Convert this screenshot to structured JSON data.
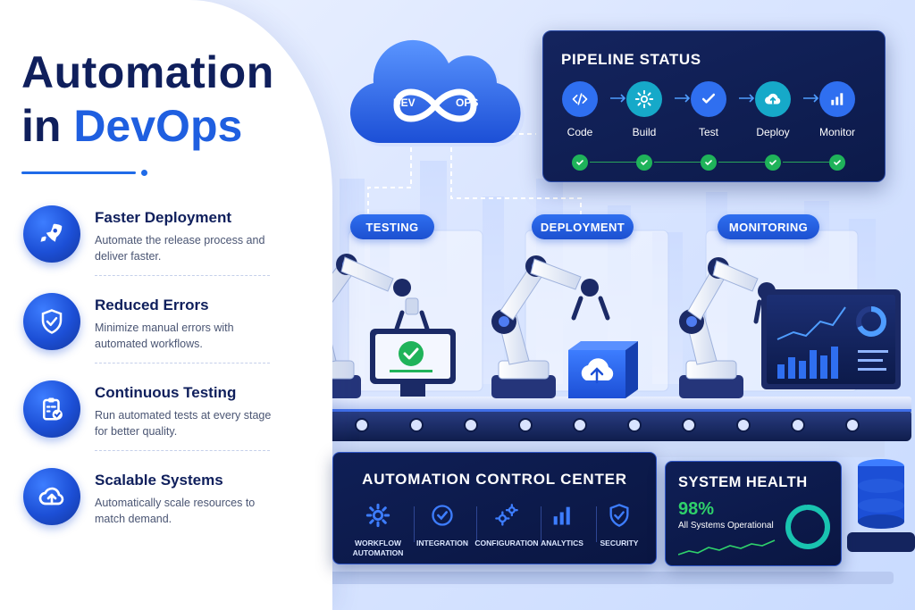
{
  "title": {
    "line1": "Automation",
    "line2_prefix": "in ",
    "line2_accent": "DevOps"
  },
  "benefits": [
    {
      "title": "Faster Deployment",
      "desc": "Automate the release process and deliver faster.",
      "icon": "rocket-icon"
    },
    {
      "title": "Reduced Errors",
      "desc": "Minimize manual errors with automated workflows.",
      "icon": "shield-check-icon"
    },
    {
      "title": "Continuous Testing",
      "desc": "Run automated tests at every stage for better quality.",
      "icon": "clipboard-check-icon"
    },
    {
      "title": "Scalable Systems",
      "desc": "Automatically scale resources to match demand.",
      "icon": "cloud-upload-icon"
    }
  ],
  "cloud": {
    "left": "DEV",
    "right": "OPS",
    "icon": "infinity-icon"
  },
  "pipeline": {
    "title": "PIPELINE STATUS",
    "stages": [
      {
        "label": "Code",
        "icon": "code-icon",
        "color": "#2f6ff0"
      },
      {
        "label": "Build",
        "icon": "gear-icon",
        "color": "#16a9c9"
      },
      {
        "label": "Test",
        "icon": "checkmark-icon",
        "color": "#2f6ff0"
      },
      {
        "label": "Deploy",
        "icon": "cloud-upload-icon",
        "color": "#16a9c9"
      },
      {
        "label": "Monitor",
        "icon": "bar-chart-icon",
        "color": "#2f6ff0"
      }
    ]
  },
  "pills": [
    "TESTING",
    "DEPLOYMENT",
    "MONITORING"
  ],
  "control_center": {
    "title": "AUTOMATION CONTROL CENTER",
    "items": [
      {
        "label": "WORKFLOW AUTOMATION",
        "icon": "gear-icon"
      },
      {
        "label": "INTEGRATION",
        "icon": "check-circle-icon"
      },
      {
        "label": "CONFIGURATION",
        "icon": "gears-icon"
      },
      {
        "label": "ANALYTICS",
        "icon": "bar-chart-icon"
      },
      {
        "label": "SECURITY",
        "icon": "shield-check-icon"
      }
    ]
  },
  "health": {
    "title": "SYSTEM HEALTH",
    "percent": "98%",
    "subtitle": "All Systems Operational",
    "level": 0.98
  },
  "colors": {
    "brand": "#1f5fe0",
    "navy": "#0f1f5c",
    "panel": "#0c1a4a",
    "success": "#1fb35a"
  }
}
